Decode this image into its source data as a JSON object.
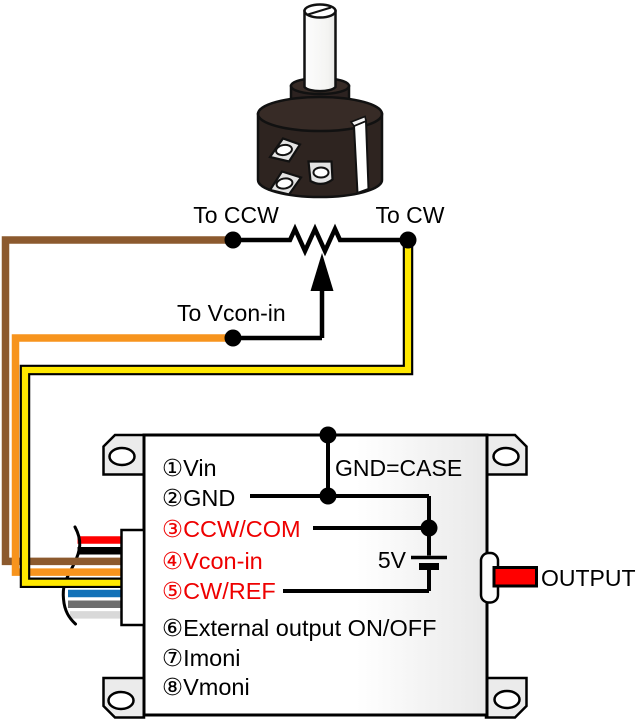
{
  "schematic_labels": {
    "to_ccw": "To CCW",
    "to_cw": "To CW",
    "to_vcon_in": "To Vcon-in"
  },
  "device": {
    "pins": [
      {
        "label": "①Vin",
        "highlight": false
      },
      {
        "label": "②GND",
        "highlight": false
      },
      {
        "label": "③CCW/COM",
        "highlight": true
      },
      {
        "label": "④Vcon-in",
        "highlight": true
      },
      {
        "label": "⑤CW/REF",
        "highlight": true
      },
      {
        "label": "⑥External output ON/OFF",
        "highlight": false
      },
      {
        "label": "⑦Imoni",
        "highlight": false
      },
      {
        "label": "⑧Vmoni",
        "highlight": false
      }
    ],
    "gnd_case_label": "GND=CASE",
    "battery_label": "5V",
    "output_label": "OUTPUT"
  },
  "colors": {
    "pin_highlight_red": "#ee0000",
    "wire_brown": "#8c5a2e",
    "wire_orange": "#f7941d",
    "wire_yellow": "#ffe800",
    "wire_red": "#ff0000",
    "wire_black": "#000000",
    "wire_blue": "#1272b8",
    "wire_gray": "#6e6e6e",
    "wire_light_gray": "#d9d9d9",
    "output_wire_red": "#ff0000",
    "pot_body_dark": "#2e2420",
    "ear_gray": "#ebebeb"
  },
  "icons": {
    "potentiometer": "potentiometer-illustration",
    "resistor": "zigzag-resistor-symbol",
    "wiper": "up-arrow-wiper-symbol",
    "battery": "dc-cell-battery-symbol"
  }
}
